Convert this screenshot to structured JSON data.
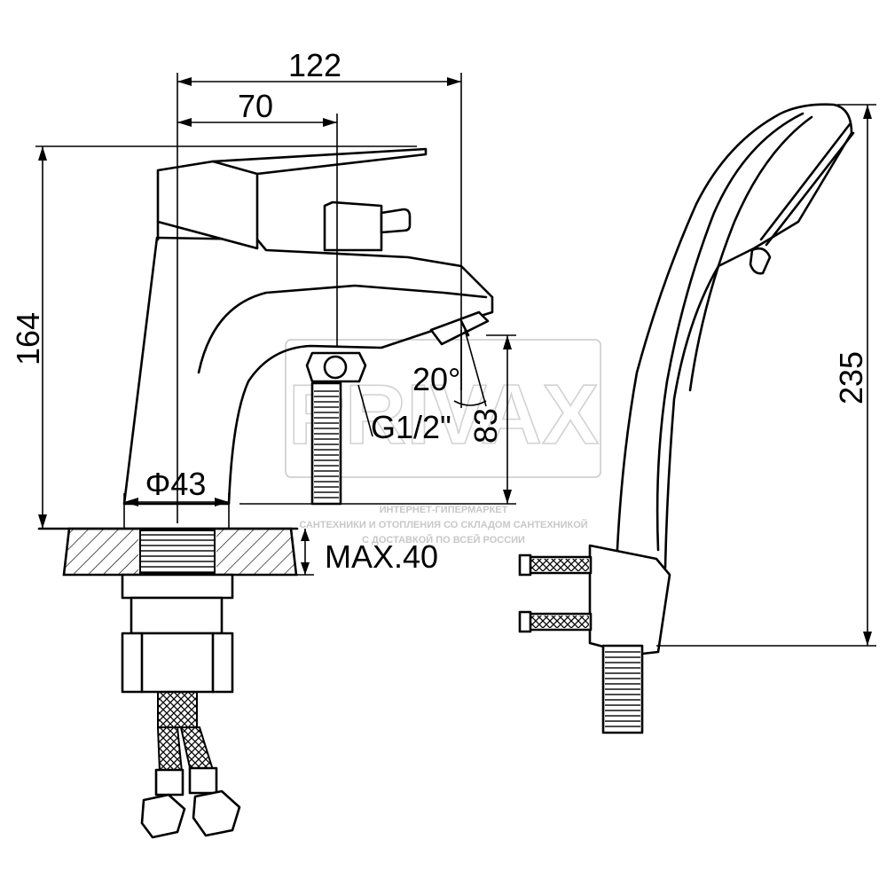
{
  "dimensions": {
    "overall_length": "122",
    "spout_reach": "70",
    "height": "164",
    "base_diameter": "Φ43",
    "deck_thickness": "MAX.40",
    "thread": "G1/2\"",
    "spout_height": "83",
    "spout_angle": "20°",
    "shower_length": "235"
  },
  "watermark": {
    "brand": "PRIVAX",
    "line1": "ИНТЕРНЕТ-ГИПЕРМАРКЕТ",
    "line2": "САНТЕХНИКИ И ОТОПЛЕНИЯ СО СКЛАДОМ САНТЕХНИКОЙ",
    "line3": "С ДОСТАВКОЙ ПО ВСЕЙ РОССИИ"
  }
}
